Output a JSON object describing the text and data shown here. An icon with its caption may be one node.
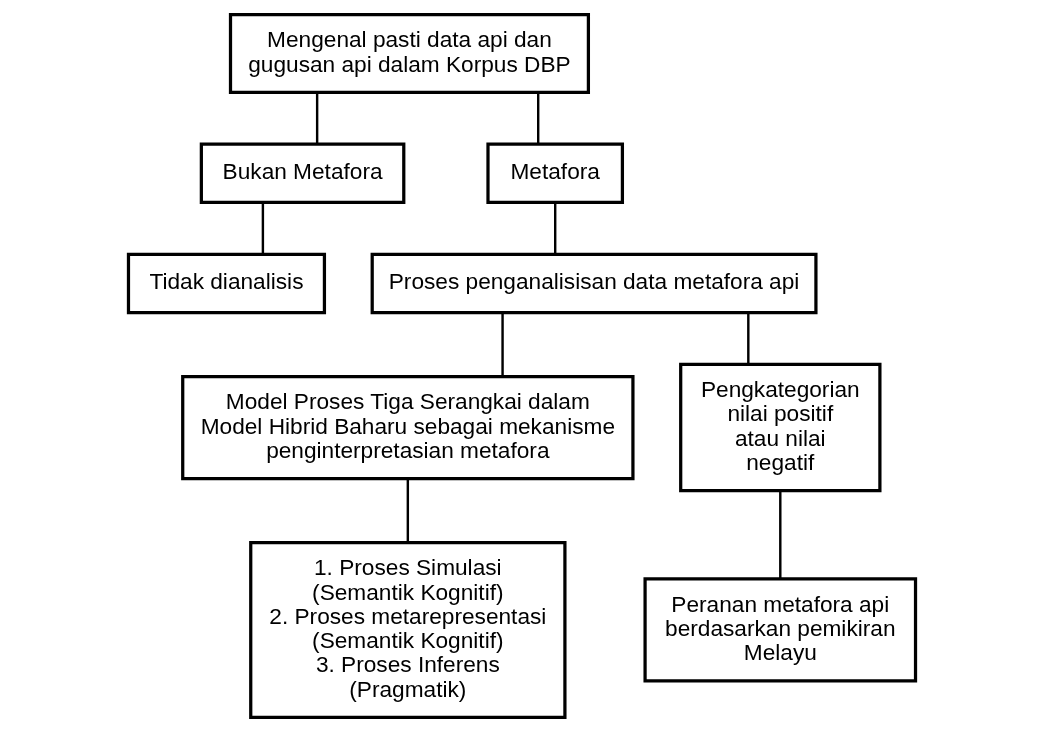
{
  "diagram": {
    "nodes": [
      {
        "text": [
          "Mengenal pasti data api dan gugusan api dalam Korpus DBP"
        ]
      },
      {
        "text": [
          "Bukan Metafora"
        ]
      },
      {
        "text": [
          "Metafora"
        ]
      },
      {
        "text": [
          "Tidak dianalisis"
        ]
      },
      {
        "text": [
          "Proses penganalisisan data metafora api"
        ]
      },
      {
        "text": [
          "Model Proses Tiga Serangkai dalam Model Hibrid Baharu sebagai mekanisme penginterpretasian metafora"
        ]
      },
      {
        "text": [
          "Pengkategorian nilai positif atau nilai negatif"
        ]
      },
      {
        "text": [
          "1. Proses Simulasi",
          "(Semantik Kognitif)",
          "2. Proses metarepresentasi",
          "(Semantik Kognitif)",
          "3. Proses Inferens",
          "(Pragmatik)"
        ]
      },
      {
        "text": [
          "Peranan metafora api berdasarkan pemikiran Melayu"
        ]
      }
    ],
    "edges": [
      {
        "from": 0,
        "to": 1,
        "arrow": "none"
      },
      {
        "from": 0,
        "to": 2,
        "arrow": "none"
      },
      {
        "from": 1,
        "to": 3,
        "arrow": "none"
      },
      {
        "from": 2,
        "to": 4,
        "arrow": "none"
      },
      {
        "from": 4,
        "to": 5,
        "arrow": "none"
      },
      {
        "from": 4,
        "to": 6,
        "arrow": "none"
      },
      {
        "from": 5,
        "to": 7,
        "arrow": "none"
      },
      {
        "from": 6,
        "to": 8,
        "arrow": "none"
      }
    ]
  }
}
